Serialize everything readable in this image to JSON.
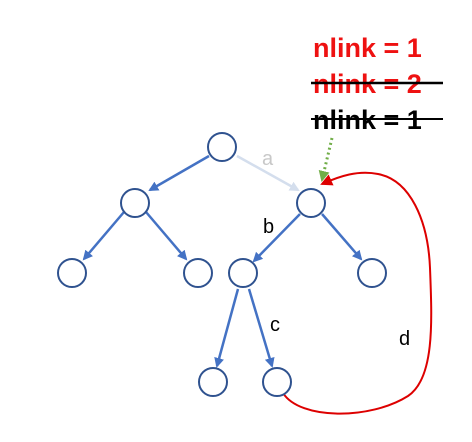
{
  "diagram": {
    "labels": {
      "a": "a",
      "b": "b",
      "c": "c",
      "d": "d"
    },
    "nlink_stack": [
      {
        "text": "nlink = 1",
        "color": "#ee1111",
        "struck": false
      },
      {
        "text": "nlink = 2",
        "color": "#ee1111",
        "struck": true
      },
      {
        "text": "nlink = 1",
        "color": "#000000",
        "struck": true
      }
    ],
    "colors": {
      "node_stroke": "#2f528f",
      "edge": "#4472c4",
      "edge_faded": "#d4deed",
      "link_arrow": "#dd0000",
      "dotted_arrow": "#70ad47",
      "label_faded": "#c8c8c8",
      "label": "#000000"
    }
  }
}
